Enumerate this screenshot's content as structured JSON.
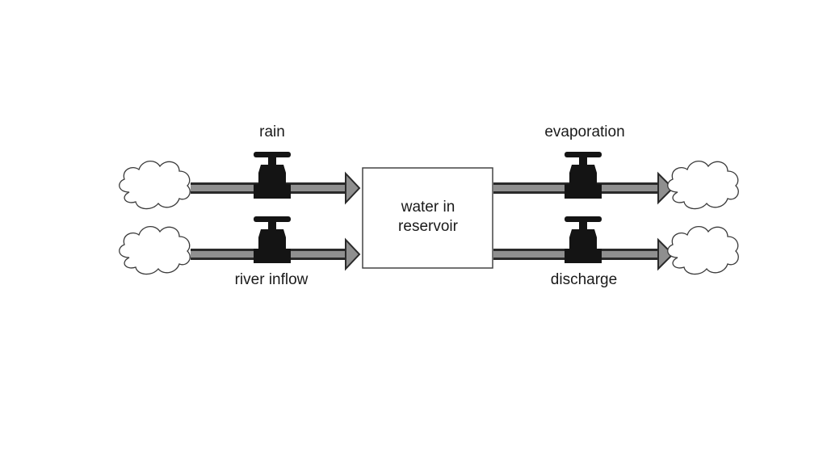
{
  "stock": {
    "line1": "water in",
    "line2": "reservoir"
  },
  "flows": {
    "rain": "rain",
    "river_inflow": "river inflow",
    "evaporation": "evaporation",
    "discharge": "discharge"
  },
  "colors": {
    "pipe_fill": "#8f8f8f",
    "pipe_outline": "#2a2a2a",
    "valve": "#141414",
    "cloud_outline": "#3a3a3a",
    "stock_outline": "#444444"
  }
}
